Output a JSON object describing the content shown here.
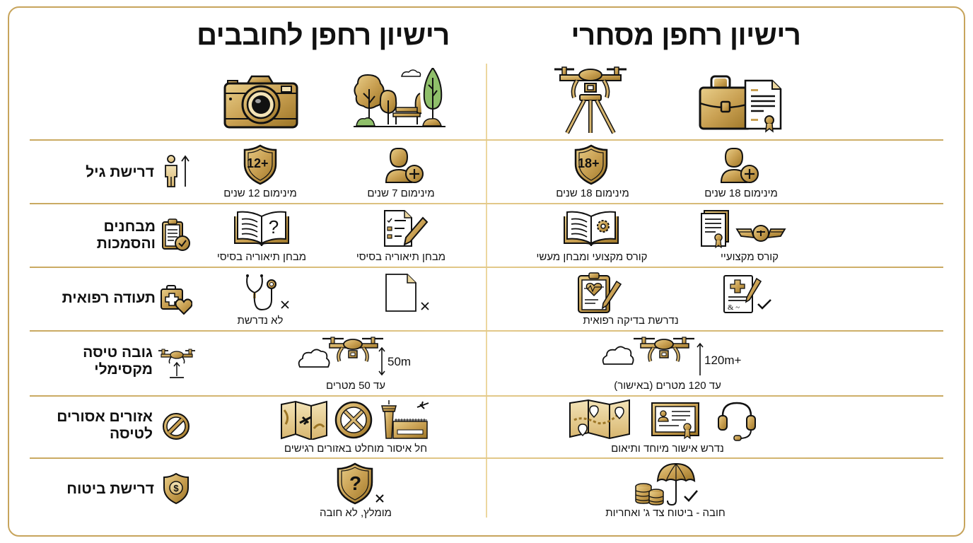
{
  "colors": {
    "gold": "#c9a961",
    "gold_dark": "#8a6a24",
    "gold_light": "#ecd79f",
    "border": "#c7a45c",
    "text": "#111111",
    "green": "#8fbf6a"
  },
  "columns": {
    "commercial": {
      "title": "רישיון רחפן מסחרי",
      "header_icons": [
        "briefcase-certificate-icon",
        "drone-tripod-icon"
      ]
    },
    "hobby": {
      "title": "רישיון רחפן לחובבים",
      "header_icons": [
        "park-trees-icon",
        "camera-icon"
      ]
    }
  },
  "rows": [
    {
      "label": "דרישת גיל",
      "icon": "person-height-icon",
      "commercial": [
        {
          "icon": "user-plus-icon",
          "text": "מינימום 18 שנים"
        },
        {
          "icon": "shield-18-icon",
          "badge": "18+",
          "text": "מינימום 18 שנים"
        }
      ],
      "hobby": [
        {
          "icon": "user-plus-icon",
          "text": "מינימום 7 שנים"
        },
        {
          "icon": "shield-12-icon",
          "badge": "12+",
          "text": "מינימום 12 שנים"
        }
      ]
    },
    {
      "label_line1": "מבחנים",
      "label_line2": "והסמכות",
      "icon": "clipboard-check-icon",
      "commercial": [
        {
          "icon": "certificate-wings-icon",
          "text": "קורס מקצועיי"
        },
        {
          "icon": "book-gear-icon",
          "text": "קורס מקצועי ומבחן מעשי"
        }
      ],
      "hobby": [
        {
          "icon": "checklist-pencil-icon",
          "text": "מבחן תיאוריה בסיסי"
        },
        {
          "icon": "book-question-icon",
          "text": "מבחן תיאוריה בסיסי"
        }
      ]
    },
    {
      "label": "תעודה רפואית",
      "icon": "medical-kit-heart-icon",
      "commercial": [
        {
          "icon": "medical-form-check-icon",
          "text": ""
        },
        {
          "icon": "clipboard-heart-icon",
          "text": "נדרשת בדיקה רפואית"
        }
      ],
      "hobby": [
        {
          "icon": "blank-document-x-icon",
          "text": ""
        },
        {
          "icon": "stethoscope-x-icon",
          "text": "לא נדרשת"
        }
      ],
      "x_mark": "x",
      "check_mark": "✓"
    },
    {
      "label_line1": "גובה טיסה",
      "label_line2": "מקסימלי",
      "icon": "drone-altitude-icon",
      "commercial": {
        "icon": "drone-cloud-icon",
        "height_tag": "120m+",
        "text": "עד 120 מטרים (באישור)"
      },
      "hobby": {
        "icon": "drone-cloud-icon",
        "height_tag": "50m",
        "text": "עד 50 מטרים"
      }
    },
    {
      "label_line1": "אזורים אסורים",
      "label_line2": "לטיסה",
      "icon": "prohibited-icon",
      "commercial": {
        "icons": [
          "map-pins-icon",
          "id-certificate-icon",
          "headset-icon"
        ],
        "text": "נדרש אישור מיוחד ותיאום"
      },
      "hobby": {
        "icons": [
          "map-plane-icon",
          "circle-x-icon",
          "airport-tower-icon"
        ],
        "text": "חל איסור מוחלט באזורים רגישים"
      }
    },
    {
      "label": "דרישת ביטוח",
      "icon": "shield-dollar-icon",
      "commercial": {
        "icon": "coins-umbrella-check-icon",
        "text": "חובה - ביטוח צד ג' ואחריות"
      },
      "hobby": {
        "icon": "shield-question-x-icon",
        "badge": "?",
        "text": "מומלץ, לא חובה"
      }
    }
  ]
}
